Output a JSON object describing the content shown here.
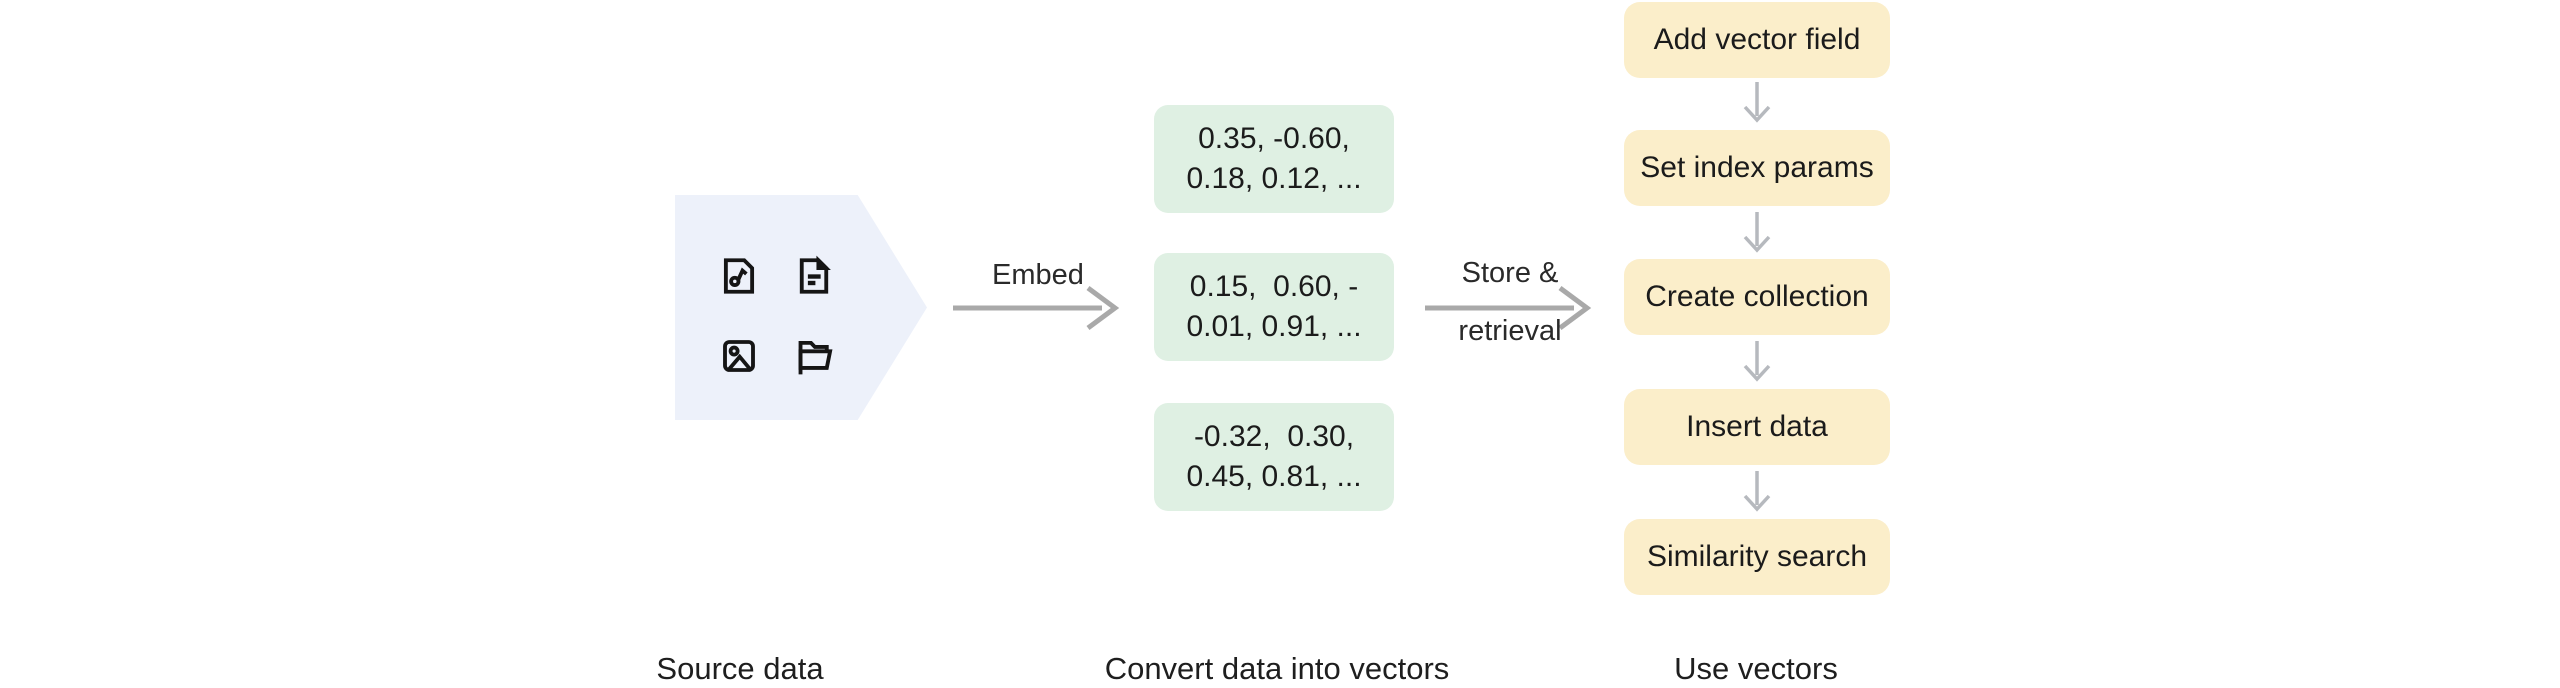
{
  "source": {
    "label": "Source data",
    "icons": [
      {
        "name": "audio-file-icon"
      },
      {
        "name": "document-icon"
      },
      {
        "name": "image-icon"
      },
      {
        "name": "folder-icon"
      }
    ]
  },
  "embed_arrow": {
    "label": "Embed"
  },
  "vectors": {
    "label": "Convert data into vectors",
    "boxes": [
      {
        "line1": "0.35, -0.60,",
        "line2": "0.18, 0.12, ..."
      },
      {
        "line1": "0.15,  0.60, -",
        "line2": "0.01, 0.91, ..."
      },
      {
        "line1": "-0.32,  0.30,",
        "line2": "0.45, 0.81, ..."
      }
    ]
  },
  "store_arrow": {
    "label_line1": "Store &",
    "label_line2": "retrieval"
  },
  "use_vectors": {
    "label": "Use vectors",
    "steps": [
      "Add vector field",
      "Set index params",
      "Create collection",
      "Insert data",
      "Similarity search"
    ]
  },
  "colors": {
    "pentagon_fill": "#EDF1FA",
    "vector_box_fill": "#DFF0E3",
    "step_box_fill": "#FBEECA",
    "horizontal_arrow": "#A9A9A9",
    "vertical_arrow": "#B6B9BE",
    "icon_stroke": "#151515",
    "text": "#1E1E1E"
  }
}
